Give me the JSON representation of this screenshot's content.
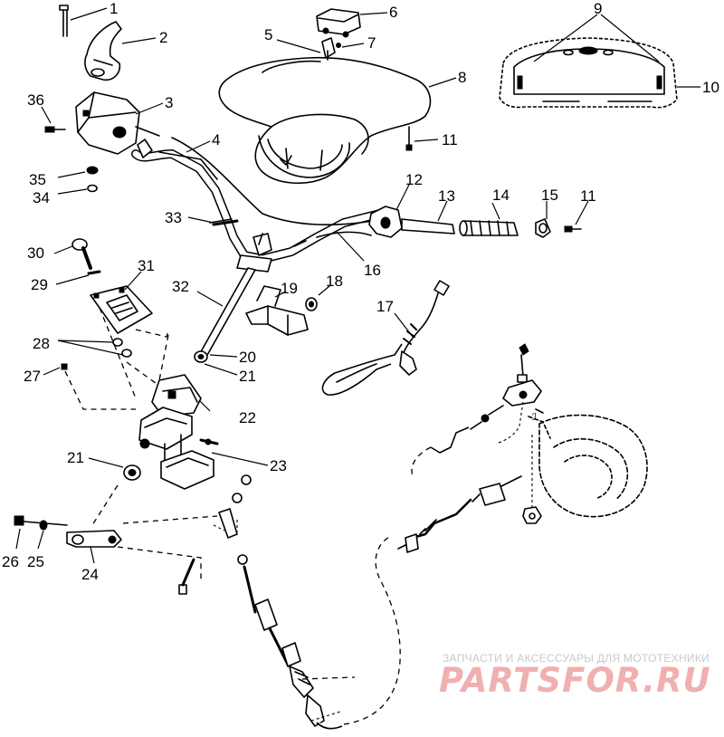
{
  "diagram": {
    "callouts": {
      "c1": "1",
      "c2": "2",
      "c3": "3",
      "c4": "4",
      "c5": "5",
      "c6": "6",
      "c7": "7",
      "c8": "8",
      "c9": "9",
      "c10": "10",
      "c11a": "11",
      "c11b": "11",
      "c12": "12",
      "c13": "13",
      "c14": "14",
      "c15": "15",
      "c16": "16",
      "c17": "17",
      "c18": "18",
      "c19": "19",
      "c20": "20",
      "c21a": "21",
      "c21b": "21",
      "c22": "22",
      "c23": "23",
      "c24": "24",
      "c25": "25",
      "c26": "26",
      "c27": "27",
      "c28": "28",
      "c29": "29",
      "c30": "30",
      "c31": "31",
      "c32": "32",
      "c33": "33",
      "c34": "34",
      "c35": "35",
      "c36": "36"
    }
  },
  "watermark": {
    "tagline": "ЗАПЧАСТИ И АКСЕССУАРЫ ДЛЯ МОТОТЕХНИКИ",
    "logo": "PARTSFOR.RU"
  },
  "colors": {
    "ink": "#000000",
    "watermark_logo": "#f0b0b0",
    "watermark_text": "#c9c9c9"
  }
}
